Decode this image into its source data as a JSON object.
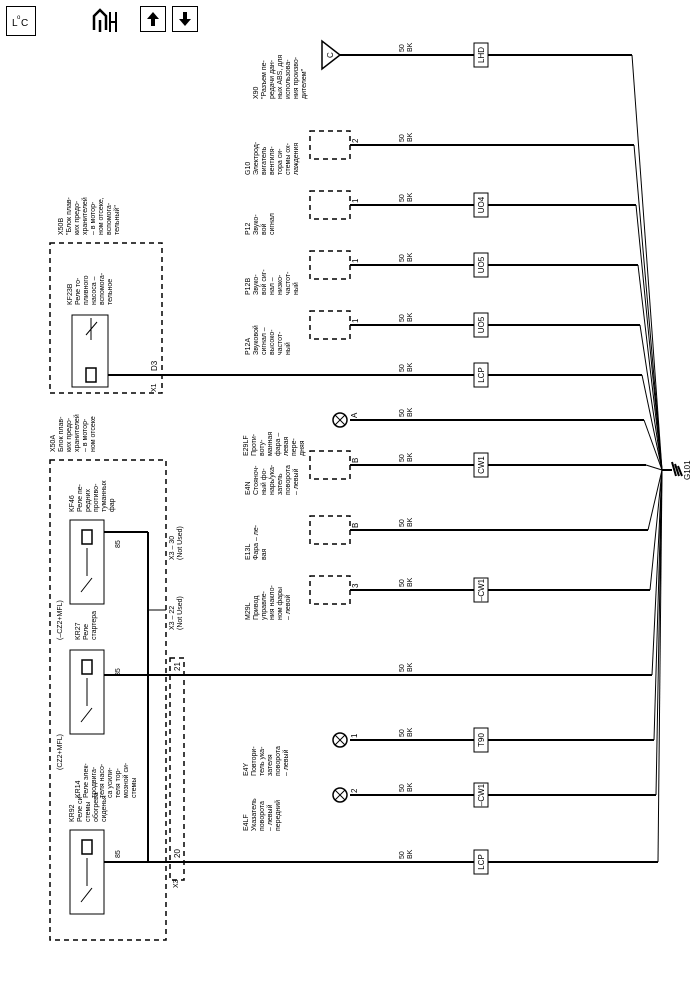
{
  "toolbar": {
    "legend_label": "L o C",
    "icon_names": [
      "legend-icon",
      "wire-trace-icon",
      "arrow-up-icon",
      "arrow-down-icon"
    ]
  },
  "components": [
    {
      "id": "X90",
      "label": [
        "X90",
        "\"Разъем пе-",
        "редачи дан-",
        "ных ABS, для",
        "использова-",
        "ния произво-",
        "дителем\""
      ],
      "pin": "C",
      "wire": [
        "50",
        "BK"
      ],
      "connector": "LHD"
    },
    {
      "id": "G10",
      "label": [
        "G10",
        "Электрод-",
        "вигатель",
        "вентиля-",
        "тора си-",
        "стемы ох-",
        "лаждения"
      ],
      "pin": "2",
      "wire": [
        "50",
        "BK"
      ],
      "connector": ""
    },
    {
      "id": "P12",
      "label": [
        "P12",
        "Звуко-",
        "вой",
        "сигнал"
      ],
      "pin": "1",
      "wire": [
        "50",
        "BK"
      ],
      "connector": "UO4"
    },
    {
      "id": "P12B",
      "label": [
        "P12B",
        "Звуко-",
        "вой сиг-",
        "нал –",
        "низко-",
        "частот-",
        "ный"
      ],
      "pin": "1",
      "wire": [
        "50",
        "BK"
      ],
      "connector": "UO5"
    },
    {
      "id": "P12A",
      "label": [
        "P12A",
        "Звуковой",
        "сигнал –",
        "высоко-",
        "частот-",
        "ный"
      ],
      "pin": "1",
      "wire": [
        "50",
        "BK"
      ],
      "connector": "UO5"
    },
    {
      "id": "KF23B",
      "label": [
        "KF23B",
        "Реле то-",
        "пливного",
        "насоса –",
        "вспомога-",
        "тельное"
      ],
      "pin": "D3",
      "wire": [
        "50",
        "BK"
      ],
      "connector": "LCP"
    },
    {
      "id": "E29LF",
      "label": [
        "E29LF",
        "Проти-",
        "воту-",
        "манная",
        "фара –",
        "левая",
        "пере-",
        "дняя"
      ],
      "pin": "A",
      "wire": [
        "50",
        "BK"
      ],
      "connector": ""
    },
    {
      "id": "E4N",
      "label": [
        "E4N",
        "Стояноч-",
        "ный фо-",
        "нарь/ука-",
        "затель",
        "поворота",
        "– левый"
      ],
      "pin": "B",
      "wire": [
        "50",
        "BK"
      ],
      "connector": "CW1"
    },
    {
      "id": "E13L",
      "label": [
        "E13L",
        "Фара – ле-",
        "вая"
      ],
      "pin": "B",
      "wire": [
        "50",
        "BK"
      ],
      "connector": ""
    },
    {
      "id": "M29L",
      "label": [
        "M29L",
        "Привод",
        "управле-",
        "ния накло-",
        "ном фары",
        "– левой"
      ],
      "pin": "3",
      "wire": [
        "50",
        "BK"
      ],
      "connector": "–CW1"
    },
    {
      "id": "KR27",
      "label": [
        "KR27",
        "Реле",
        "стартера"
      ],
      "pin": "21",
      "wire": [
        "50",
        "BK"
      ],
      "connector": ""
    },
    {
      "id": "E4Y",
      "label": [
        "E4Y",
        "Повтори-",
        "тель ука-",
        "зателя",
        "поворота",
        "– левый"
      ],
      "pin": "1",
      "wire": [
        "50",
        "BK"
      ],
      "connector": "T90"
    },
    {
      "id": "E4LF",
      "label": [
        "E4LF",
        "Указатель",
        "поворота",
        "– левый",
        "передний"
      ],
      "pin": "2",
      "wire": [
        "50",
        "BK"
      ],
      "connector": "–CW1"
    },
    {
      "id": "KR92",
      "label": [
        "KR92",
        "Реле си-",
        "стемы",
        "обогрева",
        "сиденья"
      ],
      "pin": "20",
      "wire": [
        "50",
        "BK"
      ],
      "connector": "LCP"
    }
  ],
  "modules": {
    "x50b": {
      "label": [
        "X50B",
        "\"Блок плав-",
        "ких предо-",
        "хранителей",
        "– в мотор-",
        "ном отсеке,",
        "вспомога-",
        "тельный\""
      ],
      "connector": "X1"
    },
    "x50a": {
      "label": [
        "X50A",
        "Блок плав-",
        "ких предо-",
        "хранителей",
        "– в мотор-",
        "ном отсеке"
      ],
      "connector": "X3"
    }
  },
  "relays": {
    "kf46": {
      "label": [
        "KF46",
        "Реле пе-",
        "редних",
        "противо-",
        "туманных",
        "фар"
      ],
      "pin": "85"
    },
    "kr27": {
      "option": "(–CZ2+MFL)",
      "label": [
        "KR27",
        "Реле",
        "стартера"
      ],
      "pin": "85"
    },
    "kr14": {
      "option": "(CZ2+MFL)",
      "label": [
        "KR14",
        "Реле элек-",
        "тродвига-",
        "теля насо-",
        "са усили-",
        "теля тор-",
        "мозной си-",
        "стемы"
      ]
    },
    "kr92": {
      "label": [
        "KR92",
        "Реле си-",
        "стемы",
        "обогрева",
        "сиденья"
      ],
      "pin": "85"
    }
  },
  "x3_pins": {
    "p30": [
      "X3 – 30",
      "(Not Used)"
    ],
    "p22": [
      "X3 – 22",
      "(Not Used)"
    ]
  },
  "ground": {
    "label": "G101"
  }
}
